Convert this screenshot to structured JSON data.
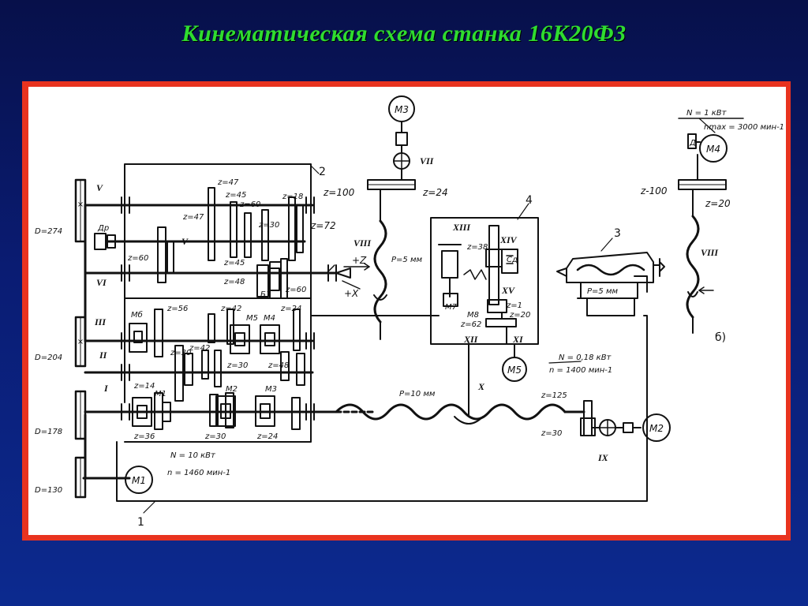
{
  "title": "Кинематическая схема станка 16К20Ф3",
  "motors": {
    "m1": "M1",
    "m2": "M2",
    "m3": "M3",
    "m4": "M4",
    "m5": "M5",
    "m1_power": "N = 10 кВт",
    "m1_speed": "n = 1460 мин-1",
    "m4_power": "N = 1 кВт",
    "m4_speed": "nmax = 3000 мин-1",
    "m5_power": "N = 0,18 кВт",
    "m5_speed": "n = 1400 мин-1"
  },
  "pulleys": {
    "d274": "D=274",
    "d204": "D=204",
    "d178": "D=178",
    "d130": "D=130"
  },
  "shafts": {
    "I": "I",
    "II": "II",
    "III": "III",
    "V_top": "V",
    "V_mid": "V",
    "VI": "VI",
    "VII": "VII",
    "VIII": "VIII",
    "VIII_right": "VIII",
    "IX": "IX",
    "X": "X",
    "XI": "XI",
    "XII": "XII",
    "XIII": "XIII",
    "XIV": "XIV",
    "XV": "XV"
  },
  "gears": {
    "z47a": "z=47",
    "z45": "z=45",
    "z60a": "z=60",
    "z18": "z=18",
    "z47b": "z=47",
    "z30a": "z=30",
    "z72": "z=72",
    "z60b": "z=60",
    "z45b": "z=45",
    "z48": "z=48",
    "z60c": "z=60",
    "z56": "z=56",
    "z42a": "z=42",
    "z24a": "z=24",
    "z42b": "z=42",
    "z30b": "z=30",
    "z30c": "z=30",
    "z48b": "z=48",
    "z14": "z=14",
    "z36": "z=36",
    "z30d": "z=30",
    "z24b": "z=24",
    "z100a": "z=100",
    "z24c": "z=24",
    "z100b": "z-100",
    "z20a": "z=20",
    "z38": "z=38",
    "z1": "z=1",
    "z62": "z=62",
    "z20b": "z=20",
    "z125": "z=125",
    "z30e": "z=30"
  },
  "couplings": {
    "mb": "Mб",
    "m1": "M1",
    "m2": "M2",
    "m3": "M3",
    "m4": "M4",
    "m5": "M5",
    "m7": "M7",
    "m8": "M8"
  },
  "misc": {
    "dr": "Др",
    "b1": "Б1",
    "plus_z": "+Z",
    "plus_x": "+X",
    "pitch_5a": "P=5 мм",
    "pitch_5b": "P=5 мм",
    "pitch_10": "P=10 мм",
    "label_1": "1",
    "label_2": "2",
    "label_3": "3",
    "label_4": "4",
    "label_b": "б)",
    "label_d": "Д",
    "label_ck": "Сд"
  }
}
